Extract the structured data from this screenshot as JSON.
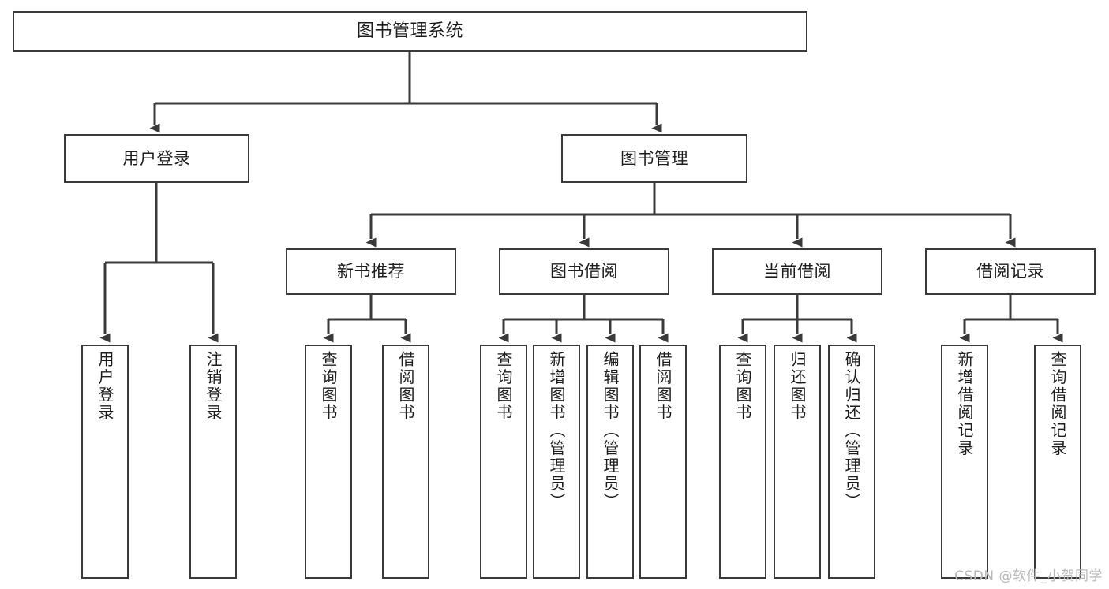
{
  "diagram": {
    "title": "图书管理系统",
    "type": "tree",
    "root": {
      "id": "root",
      "label": "图书管理系统",
      "orientation": "horizontal"
    },
    "level2": [
      {
        "id": "user-login",
        "label": "用户登录",
        "orientation": "horizontal"
      },
      {
        "id": "book-management",
        "label": "图书管理",
        "orientation": "horizontal"
      }
    ],
    "level3": [
      {
        "id": "new-book-recommend",
        "label": "新书推荐",
        "orientation": "horizontal",
        "parent": "book-management"
      },
      {
        "id": "book-borrow",
        "label": "图书借阅",
        "orientation": "horizontal",
        "parent": "book-management"
      },
      {
        "id": "current-borrow",
        "label": "当前借阅",
        "orientation": "horizontal",
        "parent": "book-management"
      },
      {
        "id": "borrow-record",
        "label": "借阅记录",
        "orientation": "horizontal",
        "parent": "book-management"
      }
    ],
    "leaves": {
      "user_login": [
        {
          "id": "leaf-user-login",
          "label": "用户登录"
        },
        {
          "id": "leaf-user-logout",
          "label": "注销登录"
        }
      ],
      "new_book_recommend": [
        {
          "id": "leaf-query-book-1",
          "label": "查询图书"
        },
        {
          "id": "leaf-borrow-book-1",
          "label": "借阅图书"
        }
      ],
      "book_borrow": [
        {
          "id": "leaf-query-book-2",
          "label": "查询图书"
        },
        {
          "id": "leaf-add-book",
          "label": "新增图书（管理员）"
        },
        {
          "id": "leaf-edit-book",
          "label": "编辑图书（管理员）"
        },
        {
          "id": "leaf-borrow-book-2",
          "label": "借阅图书"
        }
      ],
      "current_borrow": [
        {
          "id": "leaf-query-book-3",
          "label": "查询图书"
        },
        {
          "id": "leaf-return-book",
          "label": "归还图书"
        },
        {
          "id": "leaf-confirm-return",
          "label": "确认归还（管理员）"
        }
      ],
      "borrow_record": [
        {
          "id": "leaf-add-record",
          "label": "新增借阅记录"
        },
        {
          "id": "leaf-query-record",
          "label": "查询借阅记录"
        }
      ]
    }
  },
  "watermark": {
    "text": "CSDN @软件_小贺同学"
  },
  "colors": {
    "box_border": "#3a3a3a",
    "connector": "#3a3a3a",
    "text": "#1d1d1d",
    "background": "#ffffff",
    "watermark": "#b9b9b9"
  }
}
